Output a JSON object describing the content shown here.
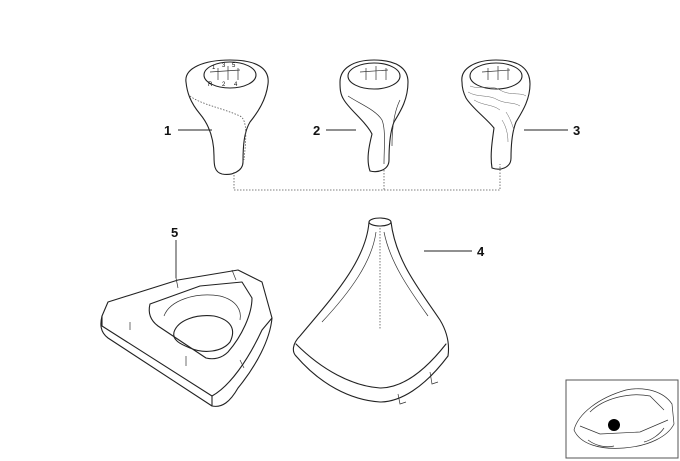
{
  "callouts": {
    "part1": "1",
    "part2": "2",
    "part3": "3",
    "part4": "4",
    "part5": "5"
  },
  "shift_pattern": {
    "gears_top": [
      "1",
      "3",
      "5"
    ],
    "gears_bottom": [
      "R",
      "2",
      "4"
    ]
  },
  "colors": {
    "line": "#222222",
    "background": "#ffffff",
    "marker": "#000000"
  }
}
